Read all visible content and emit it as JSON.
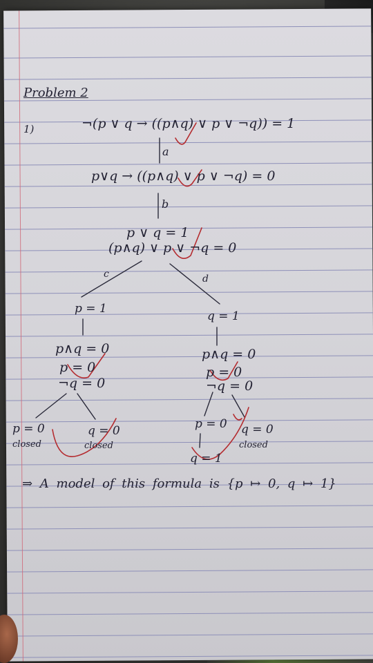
{
  "page": {
    "heading": "Problem 2",
    "item_number": "1)"
  },
  "tableau": {
    "formula": "¬(p ∨ q → ((p∧q) ∨ p ∨ ¬q)) = 1",
    "step_a_label": "a",
    "after_a": "p∨q → ((p∧q) ∨ p ∨ ¬q) = 0",
    "step_b_label": "b",
    "after_b_line1": "p ∨ q = 1",
    "after_b_line2": "(p∧q) ∨ p ∨ ¬q = 0",
    "branch_c_label": "c",
    "branch_d_label": "d",
    "left_branch": {
      "first": "p = 1",
      "line1": "p∧q = 0",
      "line2": "p = 0",
      "line3": "¬q = 0",
      "leaf_left": "p = 0",
      "leaf_left_note": "closed",
      "leaf_right": "q = 0",
      "leaf_right_note": "closed"
    },
    "right_branch": {
      "first": "q = 1",
      "line1": "p∧q = 0",
      "line2": "p = 0",
      "line3": "¬q = 0",
      "leaf_left": "p = 0",
      "leaf_left_extra": "q = 1",
      "leaf_right": "q = 0",
      "leaf_right_note": "closed"
    }
  },
  "conclusion": "⇒ A model of this formula is {p ↦ 0, q ↦ 1}",
  "colors": {
    "ink": "#232233",
    "correction": "#b42b2f",
    "rule_lines": "#8d8fb8",
    "margin": "#d06b7a"
  }
}
